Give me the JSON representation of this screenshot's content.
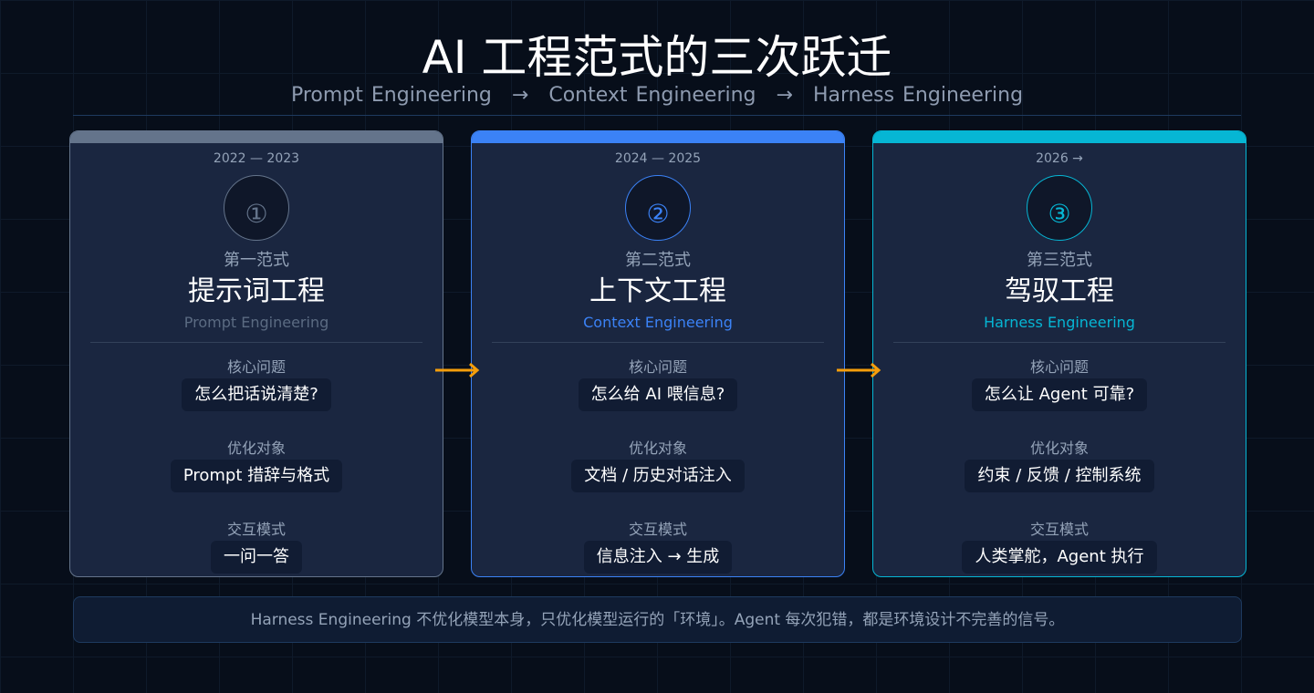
{
  "title": "AI 工程范式的三次跃迁",
  "subtitle": {
    "steps": [
      "Prompt Engineering",
      "Context Engineering",
      "Harness Engineering"
    ],
    "separator": "→"
  },
  "cards": [
    {
      "years": "2022 — 2023",
      "number": "①",
      "paradigm": "第一范式",
      "name": "提示词工程",
      "en": "Prompt Engineering",
      "accent": "#64748b",
      "rows": [
        {
          "label": "核心问题",
          "value": "怎么把话说清楚?"
        },
        {
          "label": "优化对象",
          "value": "Prompt 措辞与格式"
        },
        {
          "label": "交互模式",
          "value": "一问一答"
        }
      ]
    },
    {
      "years": "2024 — 2025",
      "number": "②",
      "paradigm": "第二范式",
      "name": "上下文工程",
      "en": "Context Engineering",
      "accent": "#3b82f6",
      "rows": [
        {
          "label": "核心问题",
          "value": "怎么给 AI 喂信息?"
        },
        {
          "label": "优化对象",
          "value": "文档 / 历史对话注入"
        },
        {
          "label": "交互模式",
          "value": "信息注入 → 生成"
        }
      ]
    },
    {
      "years": "2026 →",
      "number": "③",
      "paradigm": "第三范式",
      "name": "驾驭工程",
      "en": "Harness Engineering",
      "accent": "#06b6d4",
      "rows": [
        {
          "label": "核心问题",
          "value": "怎么让 Agent 可靠?"
        },
        {
          "label": "优化对象",
          "value": "约束 / 反馈 / 控制系统"
        },
        {
          "label": "交互模式",
          "value": "人类掌舵，Agent 执行"
        }
      ]
    }
  ],
  "arrow_color": "#f59e0b",
  "note": "Harness Engineering  不优化模型本身，只优化模型运行的「环境」。Agent 每次犯错，都是环境设计不完善的信号。"
}
